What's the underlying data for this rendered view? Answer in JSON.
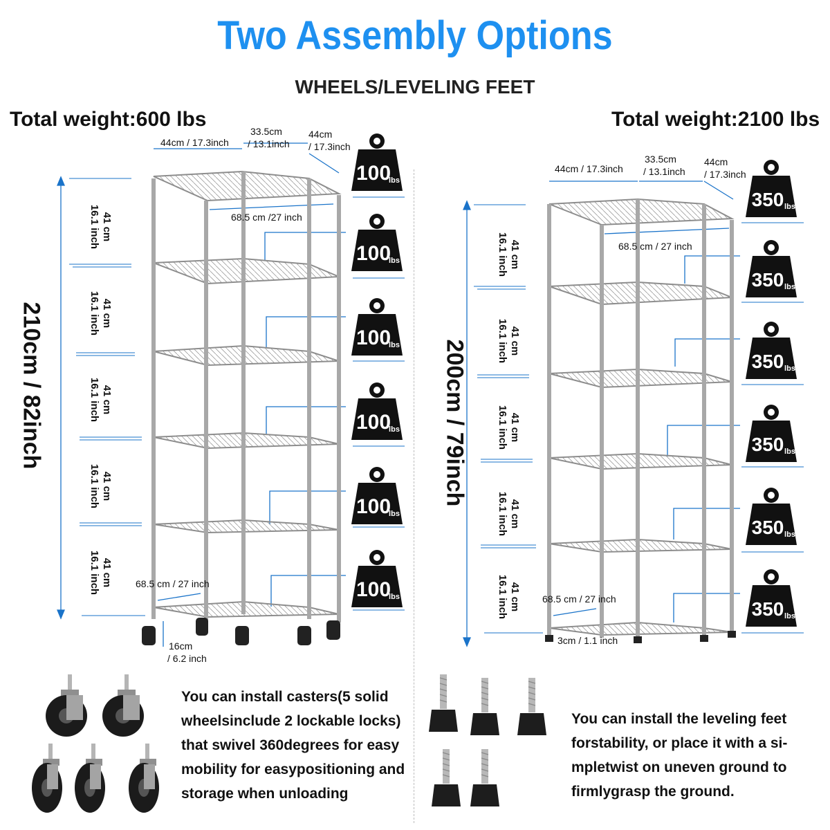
{
  "header": {
    "title": "Two Assembly Options",
    "subtitle": "WHEELS/LEVELING FEET"
  },
  "left": {
    "total_weight": "Total weight:600 lbs",
    "top_dims": {
      "w1": "44cm / 17.3inch",
      "w2a": "33.5cm",
      "w2b": "/ 13.1inch",
      "w3a": "44cm",
      "w3b": "/ 17.3inch"
    },
    "diag": "68.5 cm /27 inch",
    "diag_bottom": "68.5 cm / 27 inch",
    "height": "210cm / 82inch",
    "section_cm": "41 cm",
    "section_in": "16.1 inch",
    "sections": 5,
    "caster_a": "16cm",
    "caster_b": "/ 6.2 inch",
    "weight_value": "100",
    "weight_unit": "lbs",
    "description": "You can install casters(5 solid wheelsinclude 2 lockable locks) that swivel 360degrees for easy mobility for easypositioning and storage when unloading"
  },
  "right": {
    "total_weight": "Total weight:2100 lbs",
    "top_dims": {
      "w1": "44cm / 17.3inch",
      "w2a": "33.5cm",
      "w2b": "/ 13.1inch",
      "w3a": "44cm",
      "w3b": "/ 17.3inch"
    },
    "diag": "68.5 cm / 27 inch",
    "diag_bottom": "68.5 cm / 27 inch",
    "height": "200cm / 79inch",
    "section_cm": "41 cm",
    "section_in": "16.1 inch",
    "sections": 5,
    "feet": "3cm / 1.1 inch",
    "weight_value": "350",
    "weight_unit": "lbs",
    "description": "You can install the leveling feet forstability, or place it with a si-mpletwist on uneven ground to firmlygrasp the ground."
  },
  "colors": {
    "title": "#1e90f0",
    "dim_line": "#1a73c9",
    "chrome": "#9a9a9a",
    "weight": "#111111"
  }
}
